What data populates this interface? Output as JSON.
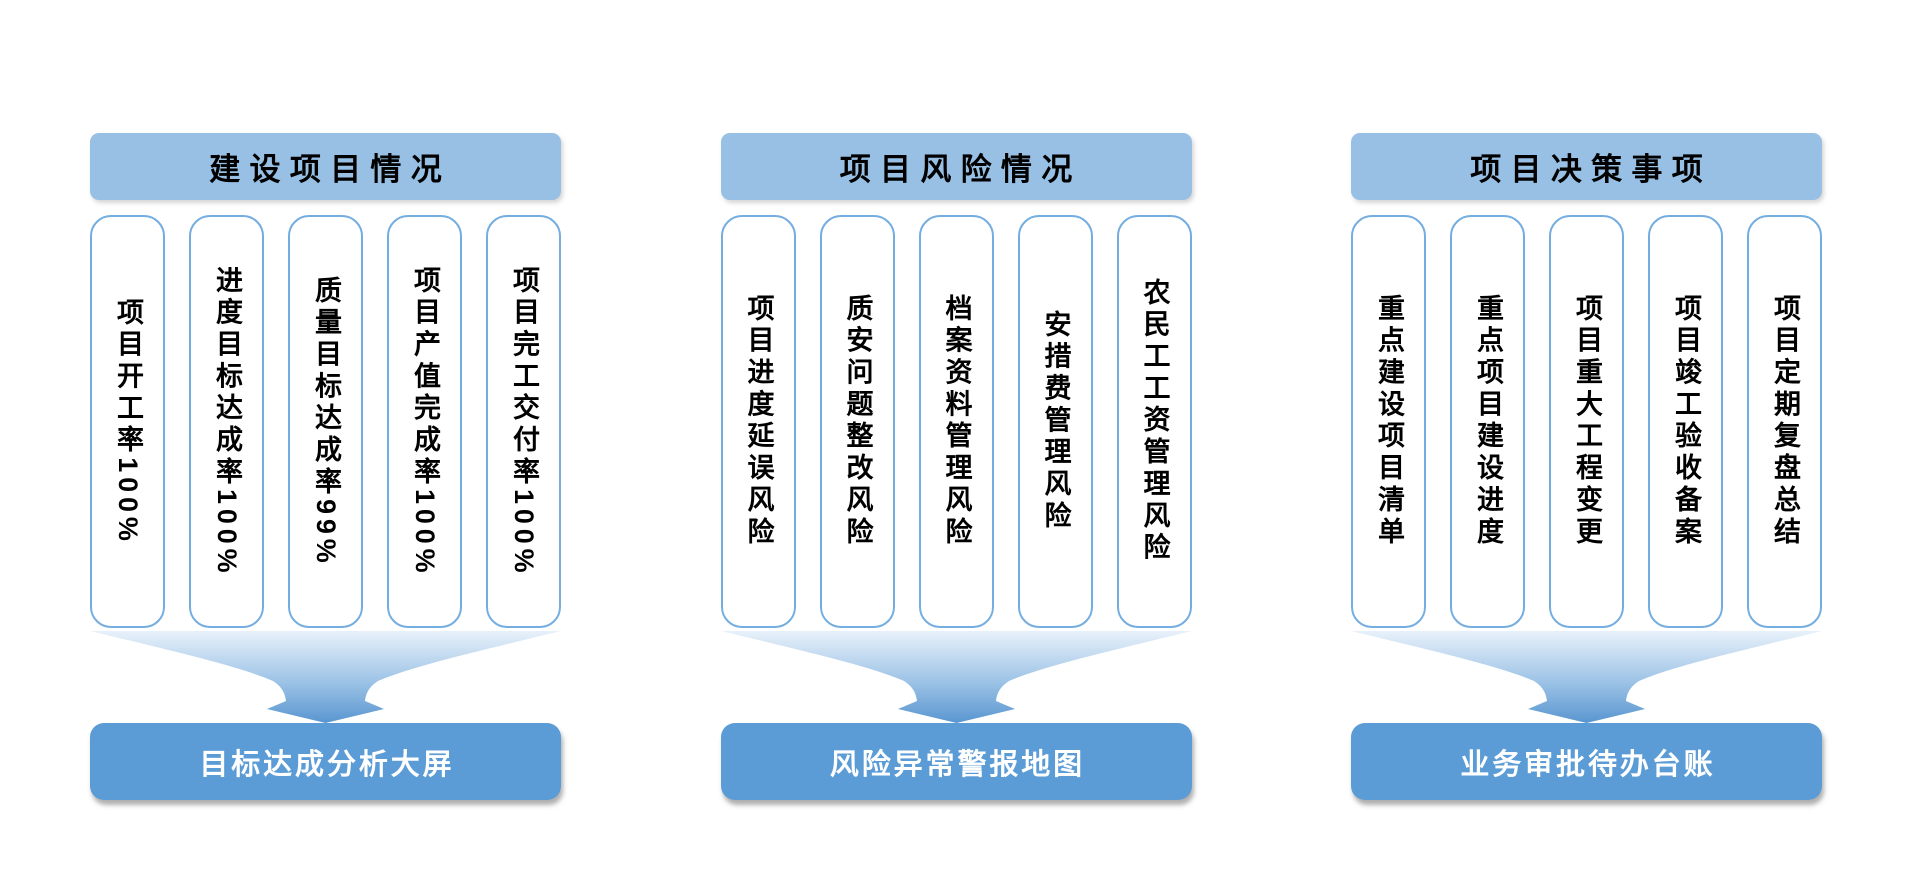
{
  "colors": {
    "header_bg": "#97C0E4",
    "footer_bg": "#5C9CD6",
    "card_border": "#74ADE0",
    "funnel_top": "#E8F1FA",
    "funnel_mid": "#9DC3E6",
    "funnel_bottom": "#5996D0",
    "title_text": "#000000",
    "card_text": "#000000",
    "footer_text": "#FFFFFF"
  },
  "groups": [
    {
      "title": "建设项目情况",
      "cards": [
        "项目开工率100%",
        "进度目标达成率100%",
        "质量目标达成率99%",
        "项目产值完成率100%",
        "项目完工交付率100%"
      ],
      "footer": "目标达成分析大屏"
    },
    {
      "title": "项目风险情况",
      "cards": [
        "项目进度延误风险",
        "质安问题整改风险",
        "档案资料管理风险",
        "安措费管理风险",
        "农民工工资管理风险"
      ],
      "footer": "风险异常警报地图"
    },
    {
      "title": "项目决策事项",
      "cards": [
        "重点建设项目清单",
        "重点项目建设进度",
        "项目重大工程变更",
        "项目竣工验收备案",
        "项目定期复盘总结"
      ],
      "footer": "业务审批待办台账"
    }
  ]
}
